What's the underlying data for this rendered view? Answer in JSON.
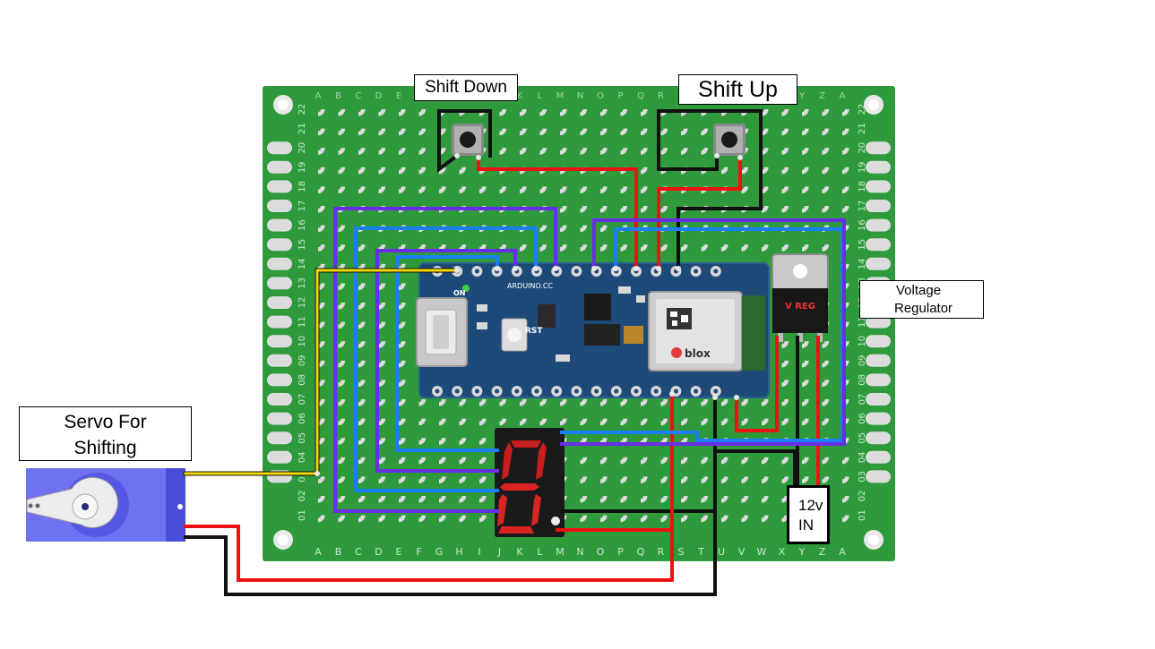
{
  "labels": {
    "shift_down": "Shift Down",
    "shift_up": "Shift Up",
    "voltage_regulator_line1": "Voltage",
    "voltage_regulator_line2": "Regulator",
    "servo_line1": "Servo For",
    "servo_line2": "Shifting",
    "power_line1": "12v",
    "power_line2": "IN"
  },
  "board": {
    "column_letters": [
      "A",
      "B",
      "C",
      "D",
      "E",
      "F",
      "G",
      "H",
      "I",
      "J",
      "K",
      "L",
      "M",
      "N",
      "O",
      "P",
      "Q",
      "R",
      "S",
      "T",
      "U",
      "V",
      "W",
      "X",
      "Y",
      "Z",
      "A"
    ],
    "row_numbers": [
      "22",
      "21",
      "20",
      "19",
      "18",
      "17",
      "16",
      "15",
      "14",
      "13",
      "12",
      "11",
      "10",
      "09",
      "08",
      "07",
      "06",
      "05",
      "04",
      "03",
      "02",
      "01"
    ]
  },
  "arduino_markings": {
    "brand": "ARDUINO.CC",
    "on": "ON",
    "rst": "RST",
    "module_brand": "blox"
  },
  "regulator_marking": "V REG",
  "colors": {
    "board_green": "#2f9a3c",
    "pad": "#d7d7d7",
    "wire_red": "#ee1111",
    "wire_black": "#111111",
    "wire_blue": "#1a7ff0",
    "wire_purple": "#6a2ee8",
    "wire_yellow": "#f5d800",
    "arduino_blue": "#1d4a78",
    "servo_blue": "#6f72f0",
    "display_segment": "#e02020"
  }
}
